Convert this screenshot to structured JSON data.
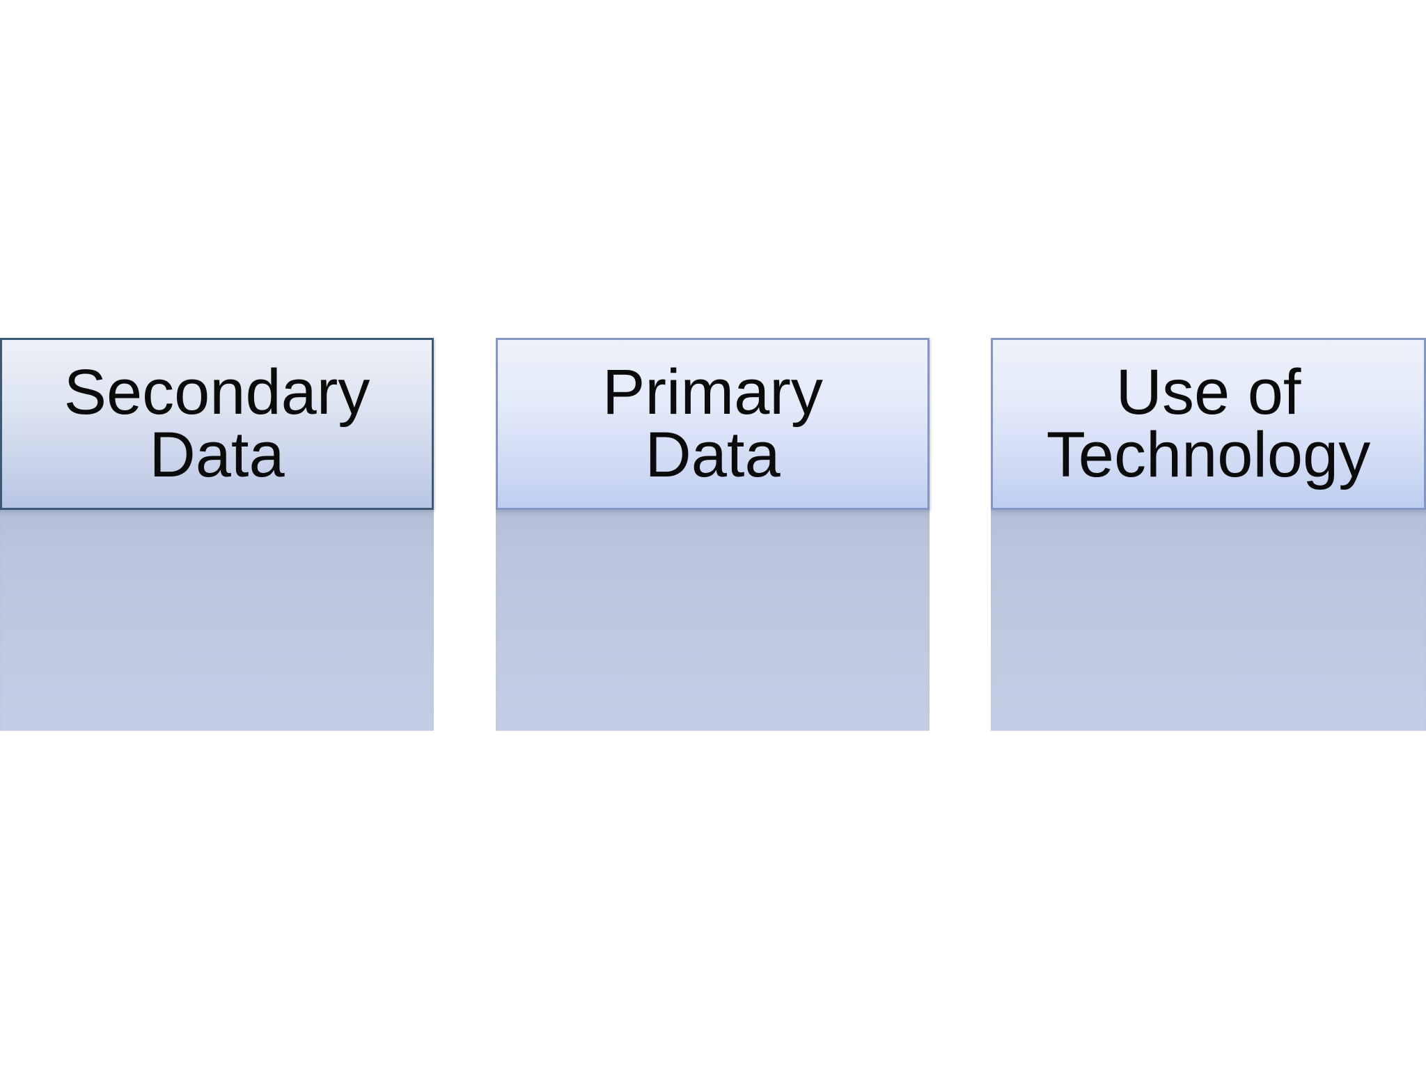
{
  "page": {
    "background_color": "#ffffff"
  },
  "diagram": {
    "type": "three-column-smartart",
    "columns": [
      {
        "id": "secondary-data",
        "title": "Secondary\nData",
        "header_border_color": "#3C5A77",
        "header_gradient_top": "#edf0f8",
        "header_gradient_bottom": "#b7c5e4",
        "body_fill": "#bfcae1",
        "body_content": ""
      },
      {
        "id": "primary-data",
        "title": "Primary\nData",
        "header_border_color": "#8496C2",
        "header_gradient_top": "#edf1fb",
        "header_gradient_bottom": "#bdcef0",
        "body_fill": "#bfcae1",
        "body_content": ""
      },
      {
        "id": "use-of-technology",
        "title": "Use of\nTechnology",
        "header_border_color": "#8496C2",
        "header_gradient_top": "#edf1fb",
        "header_gradient_bottom": "#bdcef0",
        "body_fill": "#bfcae1",
        "body_content": ""
      }
    ],
    "text_color": "#0b0b0b"
  }
}
